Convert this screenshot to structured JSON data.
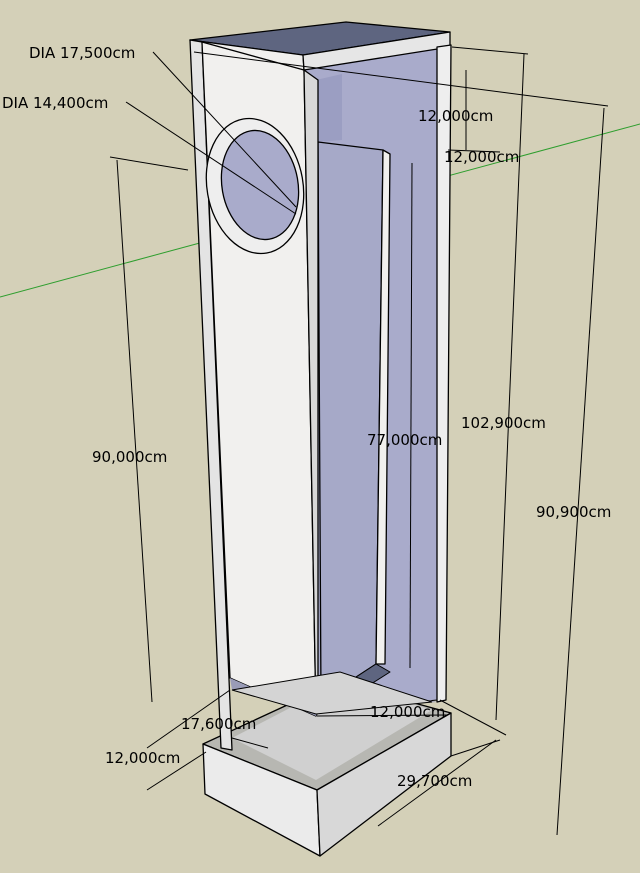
{
  "scene": {
    "background": "#d4d0b8",
    "axis_color": "#2e9e2e",
    "panel_light": "#f1f0ee",
    "panel_mid": "#c9c9c9",
    "panel_inner": "#a9abcb",
    "panel_dark": "#5e6580"
  },
  "dimensions": {
    "outer_diameter": "DIA 17,500cm",
    "inner_diameter": "DIA 14,400cm",
    "top_offset": "12,000cm",
    "side_offset": "12,000cm",
    "body_height": "90,000cm",
    "inner_panel_height": "77,000cm",
    "cabinet_height": "102,900cm",
    "overall_height": "90,900cm",
    "bottom_offset": "12,000cm",
    "width": "17,600cm",
    "plinth_height": "12,000cm",
    "depth": "29,700cm"
  }
}
